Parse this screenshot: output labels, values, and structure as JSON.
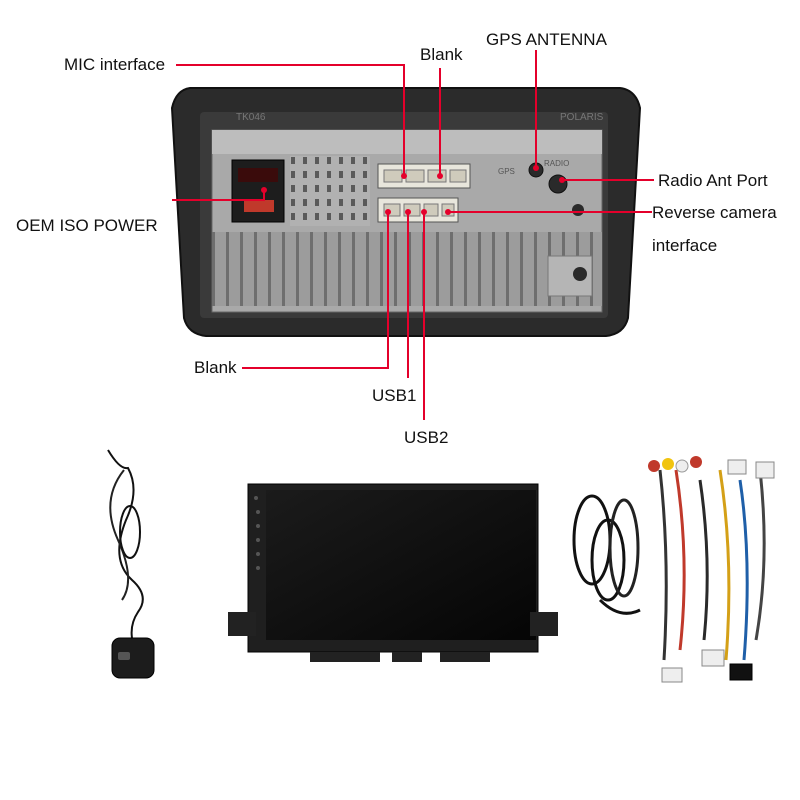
{
  "labels": {
    "mic_interface": "MIC interface",
    "blank_top": "Blank",
    "gps_antenna": "GPS ANTENNA",
    "radio_ant_port": "Radio Ant Port",
    "oem_iso_power": "OEM ISO POWER",
    "reverse_camera_line1": "Reverse camera",
    "reverse_camera_line2": "interface",
    "blank_bottom": "Blank",
    "usb1": "USB1",
    "usb2": "USB2"
  },
  "unit_markings": {
    "model_code": "TK046",
    "brand_tag": "POLARIS",
    "gps_port": "GPS",
    "radio_port": "RADIO"
  },
  "colors": {
    "accent": "#e4002b",
    "unit_body": "#2b2b2b",
    "metal_chassis": "#a9a9a9",
    "screen": "#0d0d0d"
  },
  "icons": [
    "gps-antenna-icon",
    "head-unit-screen-icon",
    "cable-bundle-icon",
    "wiring-harness-icon"
  ]
}
